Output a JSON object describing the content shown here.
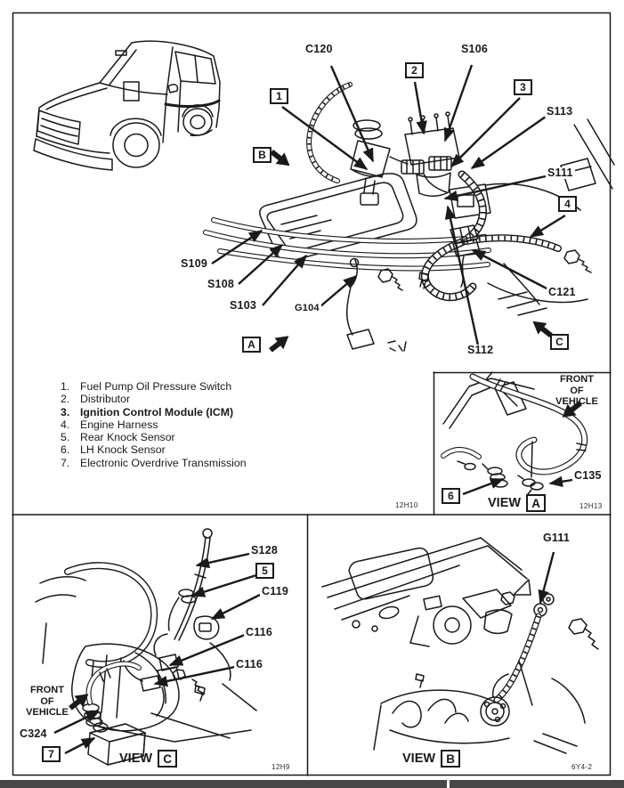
{
  "main_view": {
    "figure_code": "12H10",
    "component_labels": {
      "c120": "C120",
      "s106": "S106",
      "s113": "S113",
      "s111": "S111",
      "c121": "C121",
      "s112": "S112",
      "s109": "S109",
      "s108": "S108",
      "s103": "S103",
      "g104": "G104"
    },
    "callouts": {
      "c1": "1",
      "c2": "2",
      "c3": "3",
      "c4": "4"
    },
    "view_markers": {
      "a": "A",
      "b": "B",
      "c": "C"
    }
  },
  "legend": {
    "items": [
      {
        "num": "1.",
        "label": "Fuel Pump Oil Pressure Switch"
      },
      {
        "num": "2.",
        "label": "Distributor"
      },
      {
        "num": "3.",
        "label": "Ignition Control Module (ICM)"
      },
      {
        "num": "4.",
        "label": "Engine Harness"
      },
      {
        "num": "5.",
        "label": "Rear Knock Sensor"
      },
      {
        "num": "6.",
        "label": "LH Knock Sensor"
      },
      {
        "num": "7.",
        "label": "Electronic Overdrive Transmission"
      }
    ]
  },
  "view_a": {
    "caption_word": "VIEW",
    "letter": "A",
    "figure_code": "12H13",
    "front_of_vehicle": "FRONT\nOF\nVEHICLE",
    "component_labels": {
      "c135": "C135"
    },
    "callouts": {
      "c6": "6"
    }
  },
  "view_c": {
    "caption_word": "VIEW",
    "letter": "C",
    "figure_code": "12H9",
    "front_of_vehicle": "FRONT\nOF\nVEHICLE",
    "component_labels": {
      "s128": "S128",
      "c119": "C119",
      "c116_upper": "C116",
      "c116_lower": "C116",
      "c324": "C324"
    },
    "callouts": {
      "c5": "5",
      "c7": "7"
    }
  },
  "view_b": {
    "caption_word": "VIEW",
    "letter": "B",
    "figure_code": "6Y4-2",
    "component_labels": {
      "g111": "G111"
    }
  }
}
